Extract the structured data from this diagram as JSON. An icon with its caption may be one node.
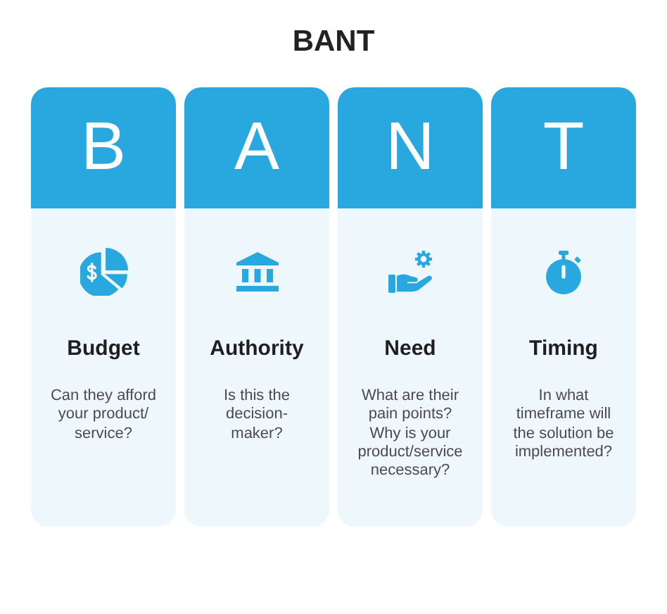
{
  "diagram": {
    "title": "BANT",
    "nodes": [
      {
        "text": [
          "B",
          "Budget",
          "Can they afford your product/service?"
        ]
      },
      {
        "text": [
          "A",
          "Authority",
          "Is this the decision-maker?"
        ]
      },
      {
        "text": [
          "N",
          "Need",
          "What are their pain points? Why is your product/service necessary?"
        ]
      },
      {
        "text": [
          "T",
          "Timing",
          "In what timeframe will the solution be implemented?"
        ]
      }
    ]
  }
}
